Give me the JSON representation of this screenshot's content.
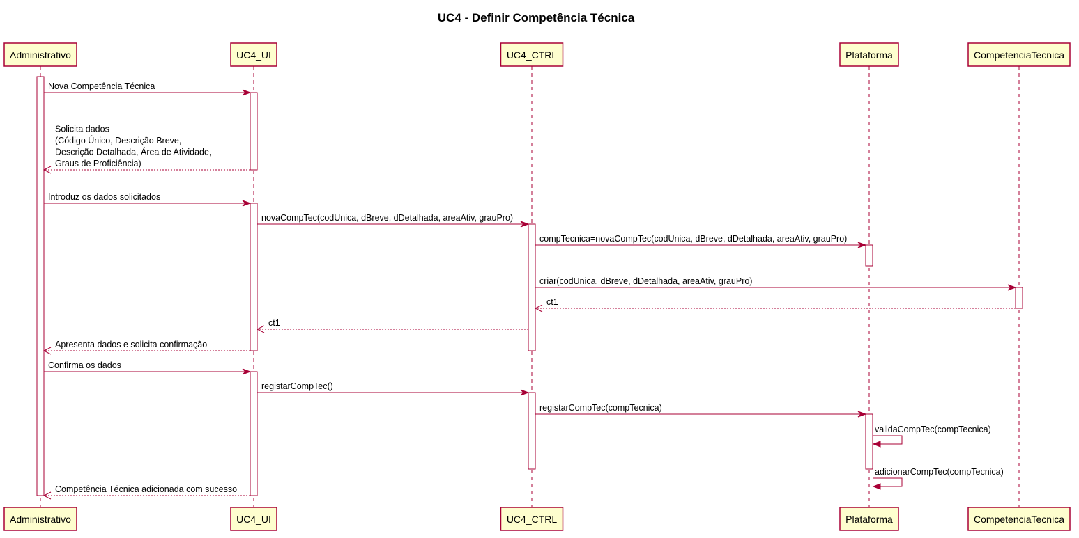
{
  "diagram": {
    "title": "UC4 - Definir Competência Técnica",
    "colors": {
      "participant_fill": "#FEFECE",
      "border": "#A80036",
      "activation_fill": "#FFFFFF"
    },
    "participants": [
      {
        "id": "adm",
        "label": "Administrativo"
      },
      {
        "id": "ui",
        "label": "UC4_UI"
      },
      {
        "id": "ctrl",
        "label": "UC4_CTRL"
      },
      {
        "id": "plat",
        "label": "Plataforma"
      },
      {
        "id": "ct",
        "label": "CompetenciaTecnica"
      }
    ],
    "messages": [
      {
        "from": "adm",
        "to": "ui",
        "type": "sync",
        "lines": [
          "Nova Competência Técnica"
        ]
      },
      {
        "from": "ui",
        "to": "adm",
        "type": "reply",
        "lines": [
          "Solicita dados",
          "(Código Único, Descrição Breve,",
          " Descrição Detalhada, Área de Atividade,",
          "Graus de Proficiência)"
        ]
      },
      {
        "from": "adm",
        "to": "ui",
        "type": "sync",
        "lines": [
          "Introduz os dados solicitados"
        ]
      },
      {
        "from": "ui",
        "to": "ctrl",
        "type": "sync",
        "lines": [
          "novaCompTec(codUnica, dBreve, dDetalhada, areaAtiv, grauPro)"
        ]
      },
      {
        "from": "ctrl",
        "to": "plat",
        "type": "sync",
        "lines": [
          "compTecnica=novaCompTec(codUnica, dBreve, dDetalhada, areaAtiv, grauPro)"
        ]
      },
      {
        "from": "ctrl",
        "to": "ct",
        "type": "sync",
        "lines": [
          "criar(codUnica, dBreve, dDetalhada, areaAtiv, grauPro)"
        ]
      },
      {
        "from": "ct",
        "to": "ctrl",
        "type": "reply",
        "lines": [
          "ct1"
        ]
      },
      {
        "from": "ctrl",
        "to": "ui",
        "type": "reply",
        "lines": [
          "ct1"
        ]
      },
      {
        "from": "ui",
        "to": "adm",
        "type": "reply",
        "lines": [
          "Apresenta dados e solicita confirmação"
        ]
      },
      {
        "from": "adm",
        "to": "ui",
        "type": "sync",
        "lines": [
          "Confirma os dados"
        ]
      },
      {
        "from": "ui",
        "to": "ctrl",
        "type": "sync",
        "lines": [
          "registarCompTec()"
        ]
      },
      {
        "from": "ctrl",
        "to": "plat",
        "type": "sync",
        "lines": [
          "registarCompTec(compTecnica)"
        ]
      },
      {
        "from": "plat",
        "to": "plat",
        "type": "self",
        "lines": [
          "validaCompTec(compTecnica)"
        ]
      },
      {
        "from": "plat",
        "to": "plat",
        "type": "self",
        "lines": [
          "adicionarCompTec(compTecnica)"
        ]
      },
      {
        "from": "ui",
        "to": "adm",
        "type": "reply",
        "lines": [
          "Competência Técnica adicionada com sucesso"
        ]
      }
    ]
  }
}
